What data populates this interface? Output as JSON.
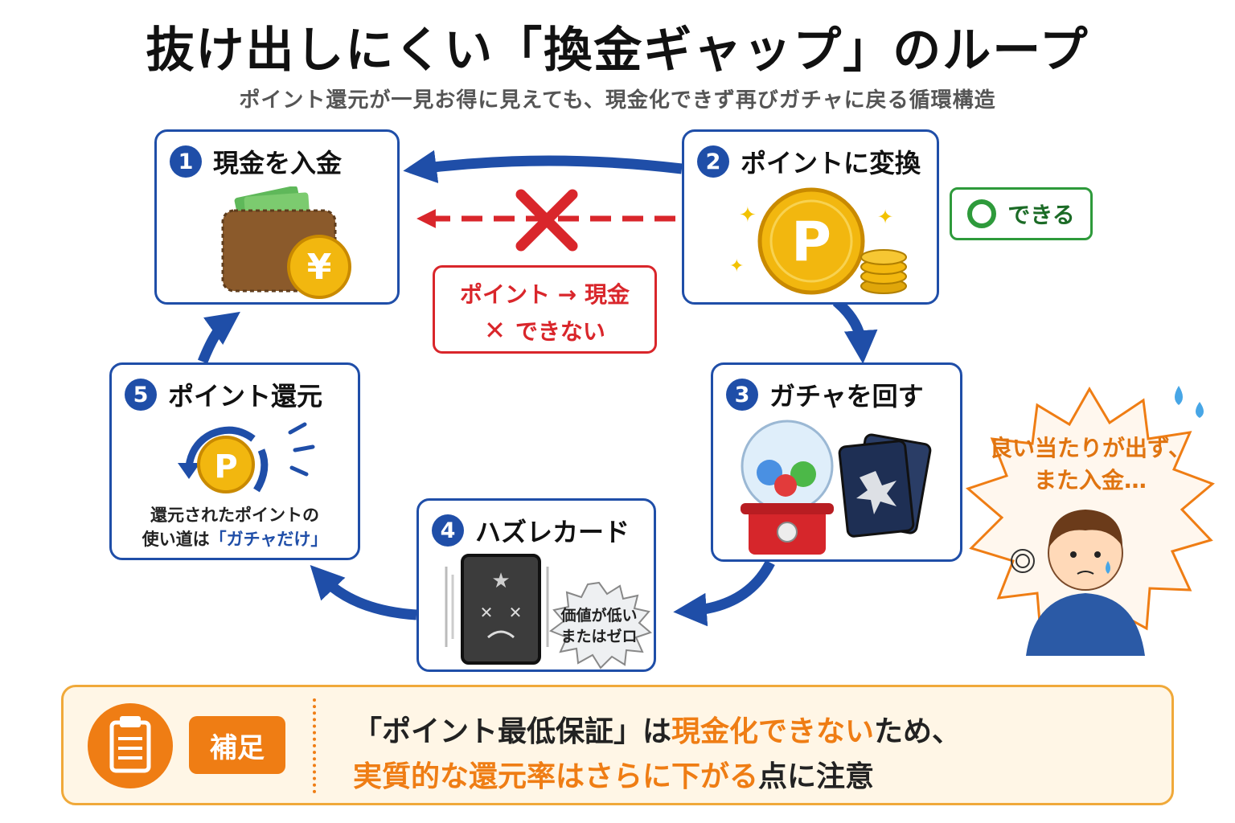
{
  "title": "抜け出しにくい「換金ギャップ」のループ",
  "subtitle": "ポイント還元が一見お得に見えても、現金化できず再びガチャに戻る循環構造",
  "steps": [
    {
      "num": "1",
      "label": "現金を入金",
      "icon": "wallet-yen-icon"
    },
    {
      "num": "2",
      "label": "ポイントに変換",
      "icon": "point-coin-icon"
    },
    {
      "num": "3",
      "label": "ガチャを回す",
      "icon": "gacha-machine-icon"
    },
    {
      "num": "4",
      "label": "ハズレカード",
      "icon": "bad-card-icon"
    },
    {
      "num": "5",
      "label": "ポイント還元",
      "icon": "point-return-icon"
    }
  ],
  "step4_badge": {
    "line1": "価値が低い",
    "line2": "またはゼロ"
  },
  "step5_desc": {
    "line1": "還元されたポイントの",
    "line2_pre": "使い道は",
    "line2_hl": "「ガチャだけ」"
  },
  "can_badge": {
    "text": "できる"
  },
  "cannot_box": {
    "line1": "ポイント → 現金",
    "mark": "✕",
    "line2": "できない"
  },
  "thought": {
    "line1": "良い当たりが出ず、",
    "line2": "また入金…"
  },
  "note": {
    "tag": "補足",
    "line1_a": "「ポイント最低保証」は",
    "line1_b": "現金化できない",
    "line1_c": "ため、",
    "line2_a": "実質的な還元率はさらに下がる",
    "line2_b": "点に注意"
  },
  "colors": {
    "accent_blue": "#1f4ea8",
    "accent_red": "#d9262b",
    "accent_green": "#2e9a3b",
    "accent_orange": "#ef7d14",
    "coin_gold": "#f2b70f"
  }
}
